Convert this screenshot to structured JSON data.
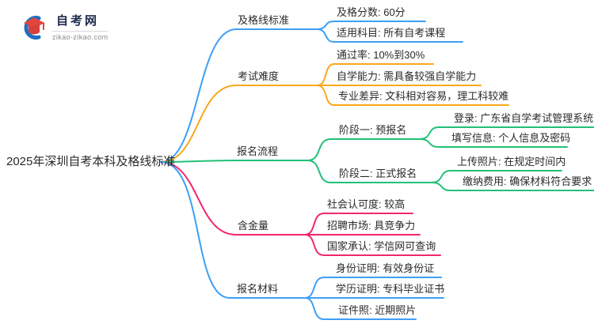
{
  "logo": {
    "site_name": "自考网",
    "domain": "zikao-zikao.com"
  },
  "colors": {
    "blue": "#3D9FF7",
    "orange": "#FBA71B",
    "green": "#22C076",
    "pink": "#F2266E",
    "text": "#2A2A2A",
    "logo_navy": "#1E2A4A",
    "logo_red": "#E2453D",
    "logo_blue": "#1C6FC2"
  },
  "mindmap": {
    "root": "2025年深圳自考本科及格线标准",
    "branches": [
      {
        "label": "及格线标准",
        "color": "#3D9FF7",
        "children": [
          {
            "label": "及格分数: 60分"
          },
          {
            "label": "适用科目: 所有自考课程"
          }
        ]
      },
      {
        "label": "考试难度",
        "color": "#FBA71B",
        "children": [
          {
            "label": "通过率: 10%到30%"
          },
          {
            "label": "自学能力: 需具备较强自学能力"
          },
          {
            "label": "专业差异: 文科相对容易，理工科较难"
          }
        ]
      },
      {
        "label": "报名流程",
        "color": "#22C076",
        "children": [
          {
            "label": "阶段一: 预报名",
            "children": [
              {
                "label": "登录: 广东省自学考试管理系统"
              },
              {
                "label": "填写信息: 个人信息及密码"
              }
            ]
          },
          {
            "label": "阶段二: 正式报名",
            "children": [
              {
                "label": "上传照片: 在规定时间内"
              },
              {
                "label": "缴纳费用: 确保材料符合要求"
              }
            ]
          }
        ]
      },
      {
        "label": "含金量",
        "color": "#F2266E",
        "children": [
          {
            "label": "社会认可度: 较高"
          },
          {
            "label": "招聘市场: 具竞争力"
          },
          {
            "label": "国家承认: 学信网可查询"
          }
        ]
      },
      {
        "label": "报名材料",
        "color": "#3D9FF7",
        "children": [
          {
            "label": "身份证明: 有效身份证"
          },
          {
            "label": "学历证明: 专科毕业证书"
          },
          {
            "label": "证件照: 近期照片"
          }
        ]
      }
    ]
  }
}
